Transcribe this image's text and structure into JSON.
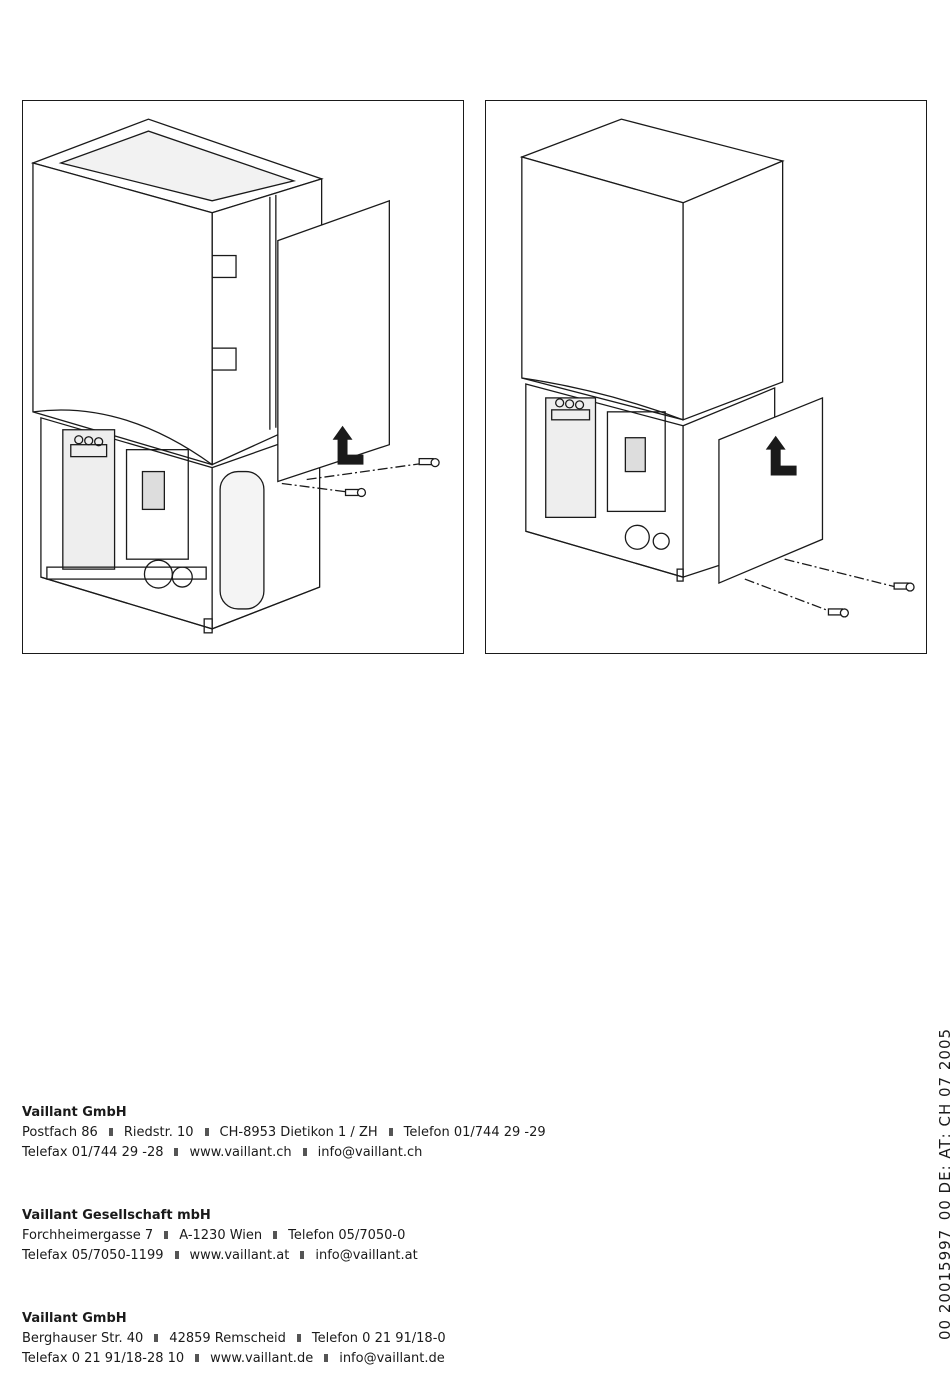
{
  "figures": {
    "left": {
      "icon": "heat-pump-front-panel-removal-illustration"
    },
    "right": {
      "icon": "heat-pump-lower-panel-removal-illustration"
    }
  },
  "addresses": [
    {
      "company": "Vaillant GmbH",
      "line1": [
        "Postfach 86",
        "Riedstr. 10",
        "CH-8953 Dietikon 1 / ZH",
        "Telefon 01/744 29 -29"
      ],
      "line2": [
        "Telefax 01/744 29 -28",
        "www.vaillant.ch",
        "info@vaillant.ch"
      ]
    },
    {
      "company": "Vaillant Gesellschaft mbH",
      "line1": [
        "Forchheimergasse 7",
        "A-1230 Wien",
        "Telefon 05/7050-0"
      ],
      "line2": [
        "Telefax 05/7050-1199",
        "www.vaillant.at",
        "info@vaillant.at"
      ]
    },
    {
      "company": "Vaillant GmbH",
      "line1": [
        "Berghauser Str. 40",
        "42859 Remscheid",
        "Telefon 0 21 91/18-0"
      ],
      "line2": [
        "Telefax 0 21 91/18-28 10",
        "www.vaillant.de",
        "info@vaillant.de"
      ]
    }
  ],
  "doc_code": "00 20015997_00 DE; AT; CH 07 2005",
  "colors": {
    "line": "#1a1a1a",
    "panel": "#ffffff",
    "shade": "#e6e6e6"
  }
}
